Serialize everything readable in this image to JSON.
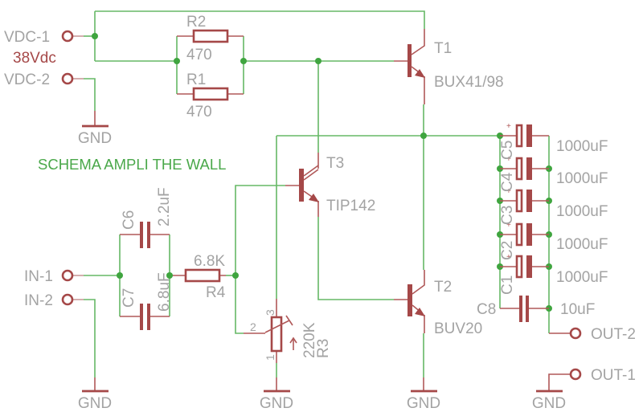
{
  "title": "SCHEMA AMPLI THE WALL",
  "supply": {
    "vdc1": "VDC-1",
    "voltage": "38Vdc",
    "vdc2": "VDC-2"
  },
  "inputs": {
    "in1": "IN-1",
    "in2": "IN-2"
  },
  "outputs": {
    "out1": "OUT-1",
    "out2": "OUT-2"
  },
  "ground_label": "GND",
  "resistors": {
    "R1": {
      "name": "R1",
      "value": "470"
    },
    "R2": {
      "name": "R2",
      "value": "470"
    },
    "R3": {
      "name": "R3",
      "value": "220K",
      "pins": [
        "1",
        "2",
        "3"
      ]
    },
    "R4": {
      "name": "R4",
      "value": "6.8K"
    }
  },
  "capacitors": {
    "C1": {
      "name": "C1",
      "value": "1000uF"
    },
    "C2": {
      "name": "C2",
      "value": "1000uF"
    },
    "C3": {
      "name": "C3",
      "value": "1000uF"
    },
    "C4": {
      "name": "C4",
      "value": "1000uF"
    },
    "C5": {
      "name": "C5",
      "value": "1000uF"
    },
    "C6": {
      "name": "C6",
      "value": "2.2uF"
    },
    "C7": {
      "name": "C7",
      "value": "6.8uF"
    },
    "C8": {
      "name": "C8",
      "value": "10uF"
    },
    "polarity_mark": "+"
  },
  "transistors": {
    "T1": {
      "name": "T1",
      "part": "BUX41/98"
    },
    "T2": {
      "name": "T2",
      "part": "BUV20"
    },
    "T3": {
      "name": "T3",
      "part": "TIP142"
    }
  },
  "colors": {
    "wire": "#66b866",
    "junction": "#3fa53f",
    "component": "#a54848",
    "label": "#a3a3a3",
    "title": "#4aa84a"
  }
}
